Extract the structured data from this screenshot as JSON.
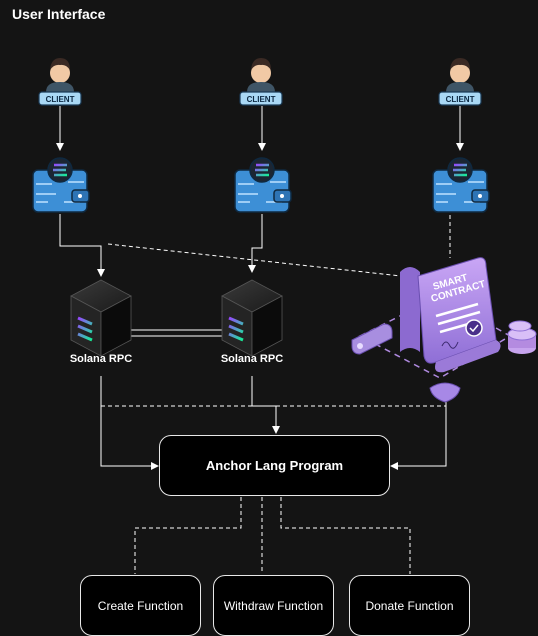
{
  "header": {
    "title": "User Interface"
  },
  "clients": [
    {
      "label": "CLIENT"
    },
    {
      "label": "CLIENT"
    },
    {
      "label": "CLIENT"
    }
  ],
  "rpc_nodes": [
    {
      "label": "Solana RPC"
    },
    {
      "label": "Solana RPC"
    }
  ],
  "smart_contract": {
    "title_line1": "SMART",
    "title_line2": "CONTRACT"
  },
  "program": {
    "label": "Anchor Lang Program"
  },
  "functions": [
    {
      "label": "Create Function"
    },
    {
      "label": "Withdraw Function"
    },
    {
      "label": "Donate Function"
    }
  ],
  "colors": {
    "background": "#141414",
    "wallet_blue": "#3d8fd6",
    "client_badge": "#a9d8f5",
    "contract_purple": "#b08ae0"
  }
}
